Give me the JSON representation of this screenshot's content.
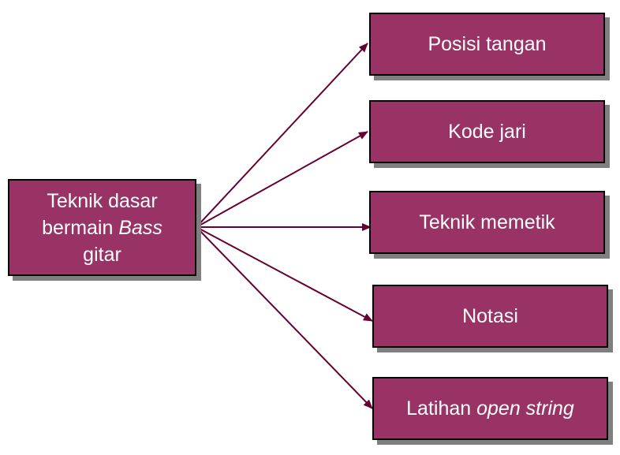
{
  "root": {
    "line1": "Teknik dasar",
    "line2_pre": "bermain ",
    "line2_italic": "Bass",
    "line3": "gitar"
  },
  "branches": [
    {
      "label": "Posisi tangan"
    },
    {
      "label": "Kode jari"
    },
    {
      "label": "Teknik memetik"
    },
    {
      "label": "Notasi"
    },
    {
      "label_pre": "Latihan ",
      "label_italic": "open string"
    }
  ],
  "colors": {
    "node_fill": "#993366",
    "node_border": "#000000",
    "shadow": "#7f7f7f",
    "arrow": "#660033"
  }
}
